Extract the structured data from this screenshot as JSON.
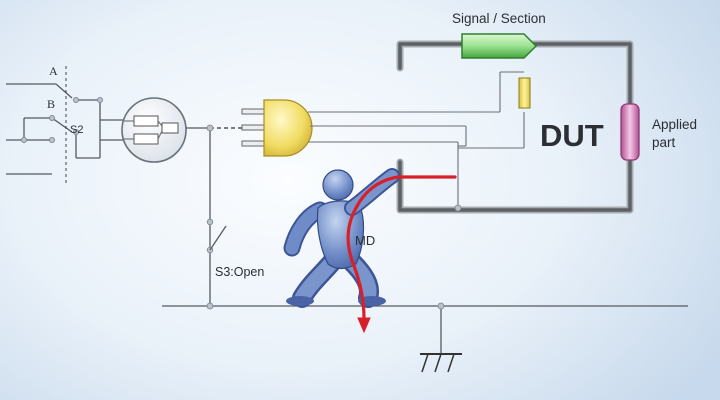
{
  "labels": {
    "switch_a": "A",
    "switch_b": "B",
    "switch_s2": "S2",
    "switch_s3": "S3:Open",
    "signal_section": "Signal / Section",
    "dut": "DUT",
    "applied_part_line1": "Applied",
    "applied_part_line2": "part",
    "md": "MD"
  },
  "colors": {
    "current_path": "#d8202a",
    "signal_section_fill": "#8fdc86",
    "applied_part_fill": "#e8a8d8",
    "plug_fill": "#f5e27a",
    "fuse_fill": "#f3e36d",
    "person_fill": "#5d78b8",
    "enclosure": "#6b6e72"
  },
  "icons": [
    "person-icon",
    "plug-icon",
    "ground-icon",
    "socket-icon",
    "current-arrow-icon"
  ]
}
